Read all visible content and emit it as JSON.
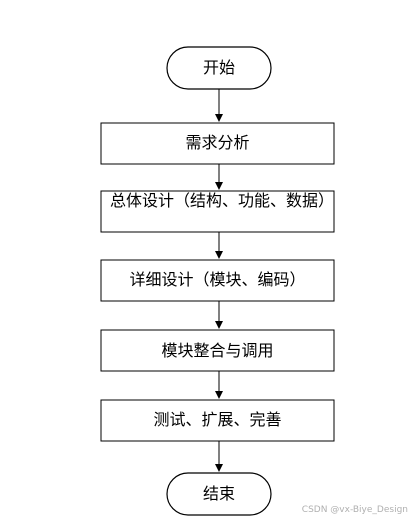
{
  "flowchart": {
    "start": "开始",
    "steps": [
      "需求分析",
      "总体设计（结构、功能、数据）",
      "详细设计（模块、编码）",
      "模块整合与调用",
      "测试、扩展、完善"
    ],
    "end": "结束"
  },
  "watermark": "CSDN @vx-Biye_Design"
}
